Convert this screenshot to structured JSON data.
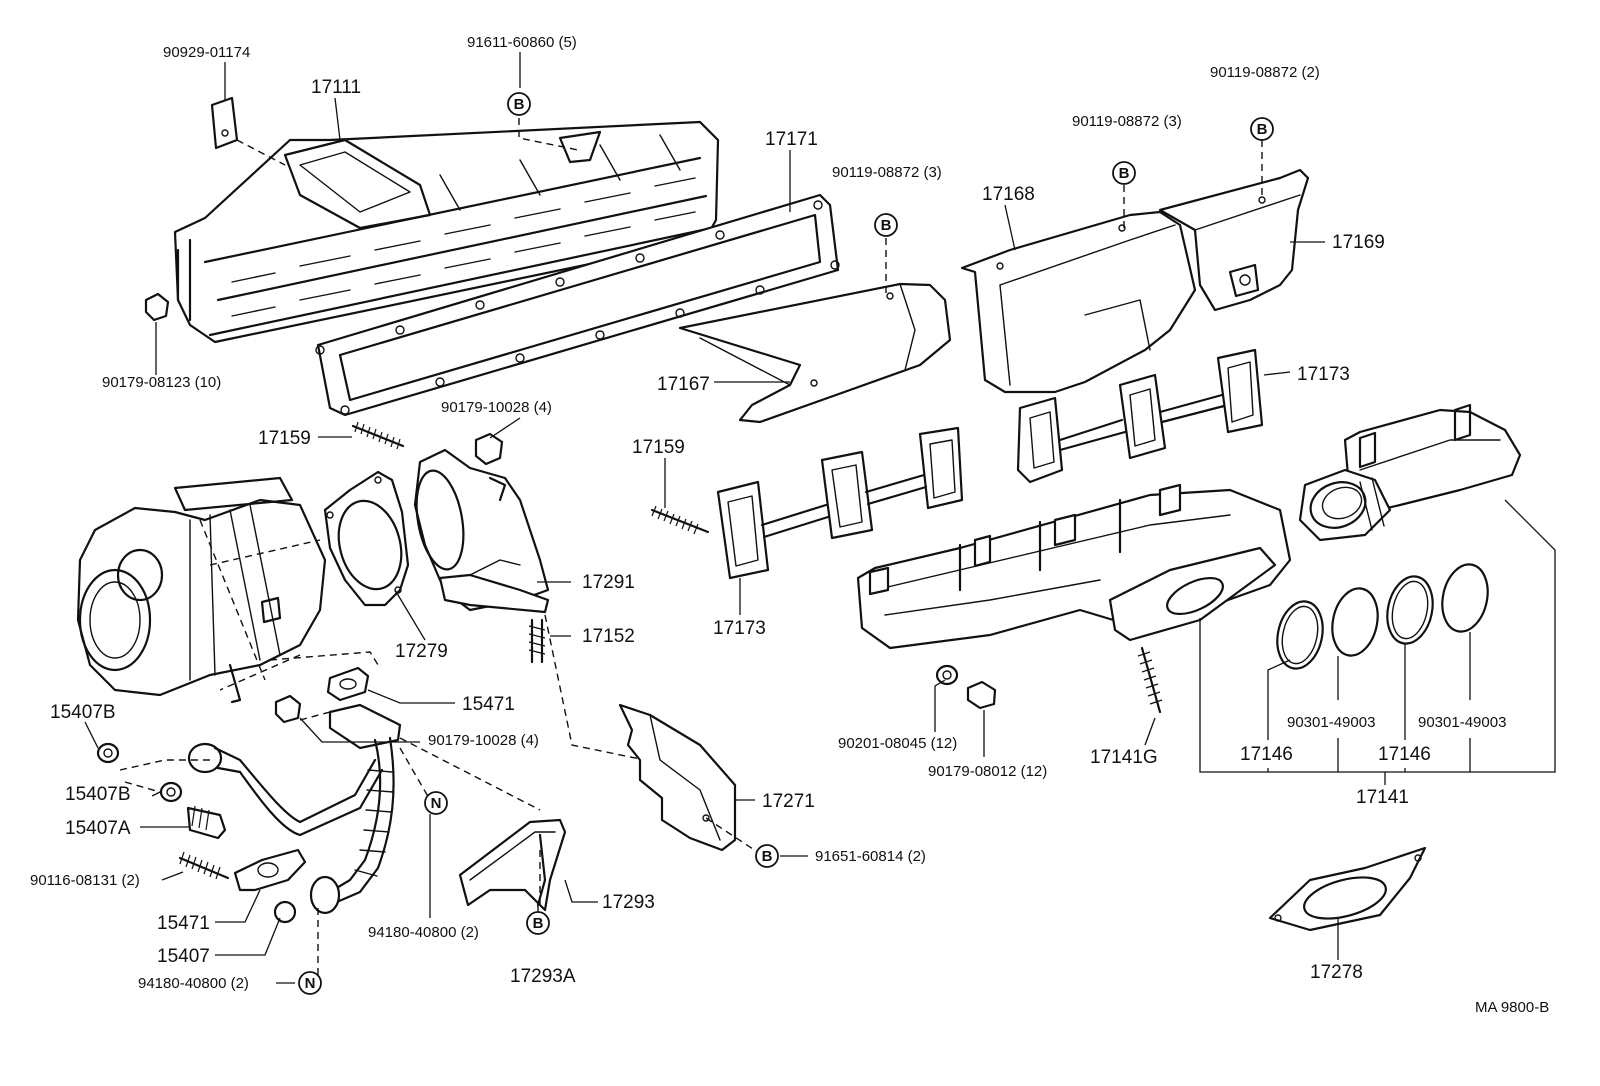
{
  "symbols": {
    "b": "B",
    "n": "N"
  },
  "labels": {
    "p90929_01174": "90929-01174",
    "p17111": "17111",
    "p91611_60860": "91611-60860 (5)",
    "p17171": "17171",
    "p90119_08872_3a": "90119-08872 (3)",
    "p90119_08872_3b": "90119-08872 (3)",
    "p90119_08872_2": "90119-08872 (2)",
    "p17168": "17168",
    "p17169": "17169",
    "p90179_08123": "90179-08123 (10)",
    "p17167": "17167",
    "p17173_right": "17173",
    "p90179_10028_top": "90179-10028 (4)",
    "p17159_left": "17159",
    "p17159_mid": "17159",
    "p17291": "17291",
    "p17173_mid": "17173",
    "p17152": "17152",
    "p17279": "17279",
    "p15471_top": "15471",
    "p15407B_a": "15407B",
    "p90179_10028_bot": "90179-10028 (4)",
    "p15407B_b": "15407B",
    "p15407A": "15407A",
    "p90116_08131": "90116-08131 (2)",
    "p15471_bot": "15471",
    "p15407": "15407",
    "p94180_40800_mid": "94180-40800 (2)",
    "p94180_40800_bot": "94180-40800 (2)",
    "p17271": "17271",
    "p91651_60814": "91651-60814 (2)",
    "p17293": "17293",
    "p17293A": "17293A",
    "p90201_08045": "90201-08045 (12)",
    "p90179_08012": "90179-08012 (12)",
    "p17141G": "17141G",
    "p17146_a": "17146",
    "p90301_49003_a": "90301-49003",
    "p17146_b": "17146",
    "p90301_49003_b": "90301-49003",
    "p17141": "17141",
    "p17278": "17278",
    "code": "MA  9800-B"
  }
}
